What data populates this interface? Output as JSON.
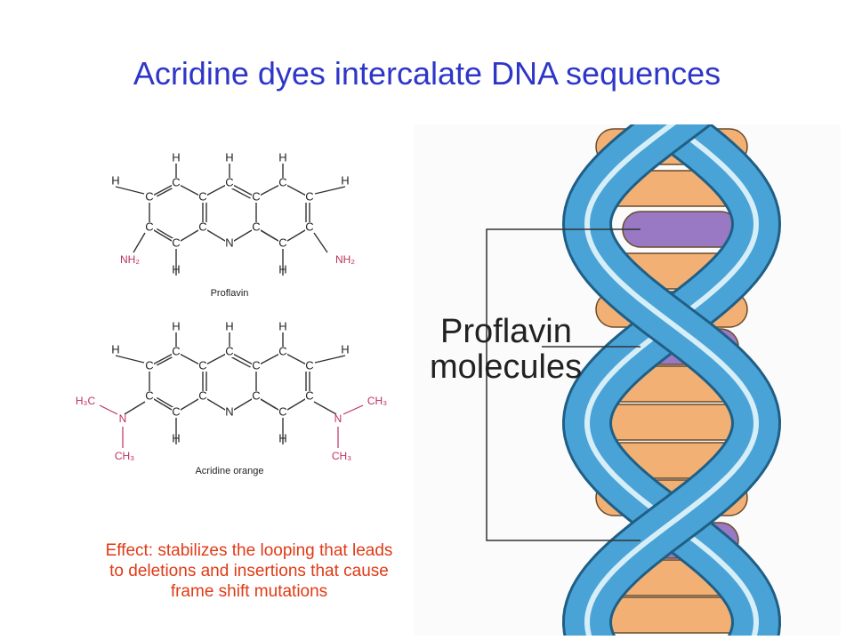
{
  "slide": {
    "title": "Acridine dyes intercalate DNA sequences",
    "effect_lines": [
      "Effect:  stabilizes the looping that leads",
      "to deletions and insertions that cause",
      "frame shift mutations"
    ]
  },
  "structures": {
    "proflavin": {
      "caption": "Proflavin",
      "atoms": {
        "carbon": "C",
        "hydrogen": "H",
        "nitrogen": "N",
        "amino_group": "NH₂"
      }
    },
    "acridine_orange": {
      "caption": "Acridine orange",
      "atoms": {
        "carbon": "C",
        "hydrogen": "H",
        "nitrogen": "N",
        "methyl_left": "H₃C",
        "methyl": "CH₃"
      }
    }
  },
  "dna_figure": {
    "label_line1": "Proflavin",
    "label_line2": "molecules"
  },
  "colors": {
    "title": "#2e36c8",
    "effect_text": "#e03a16",
    "backbone": "#4aa3d6",
    "backbone_stripe": "#d6eef8",
    "base_pair": "#f2b074",
    "proflavin": "#9a79c4",
    "substituent": "#c0305a"
  }
}
